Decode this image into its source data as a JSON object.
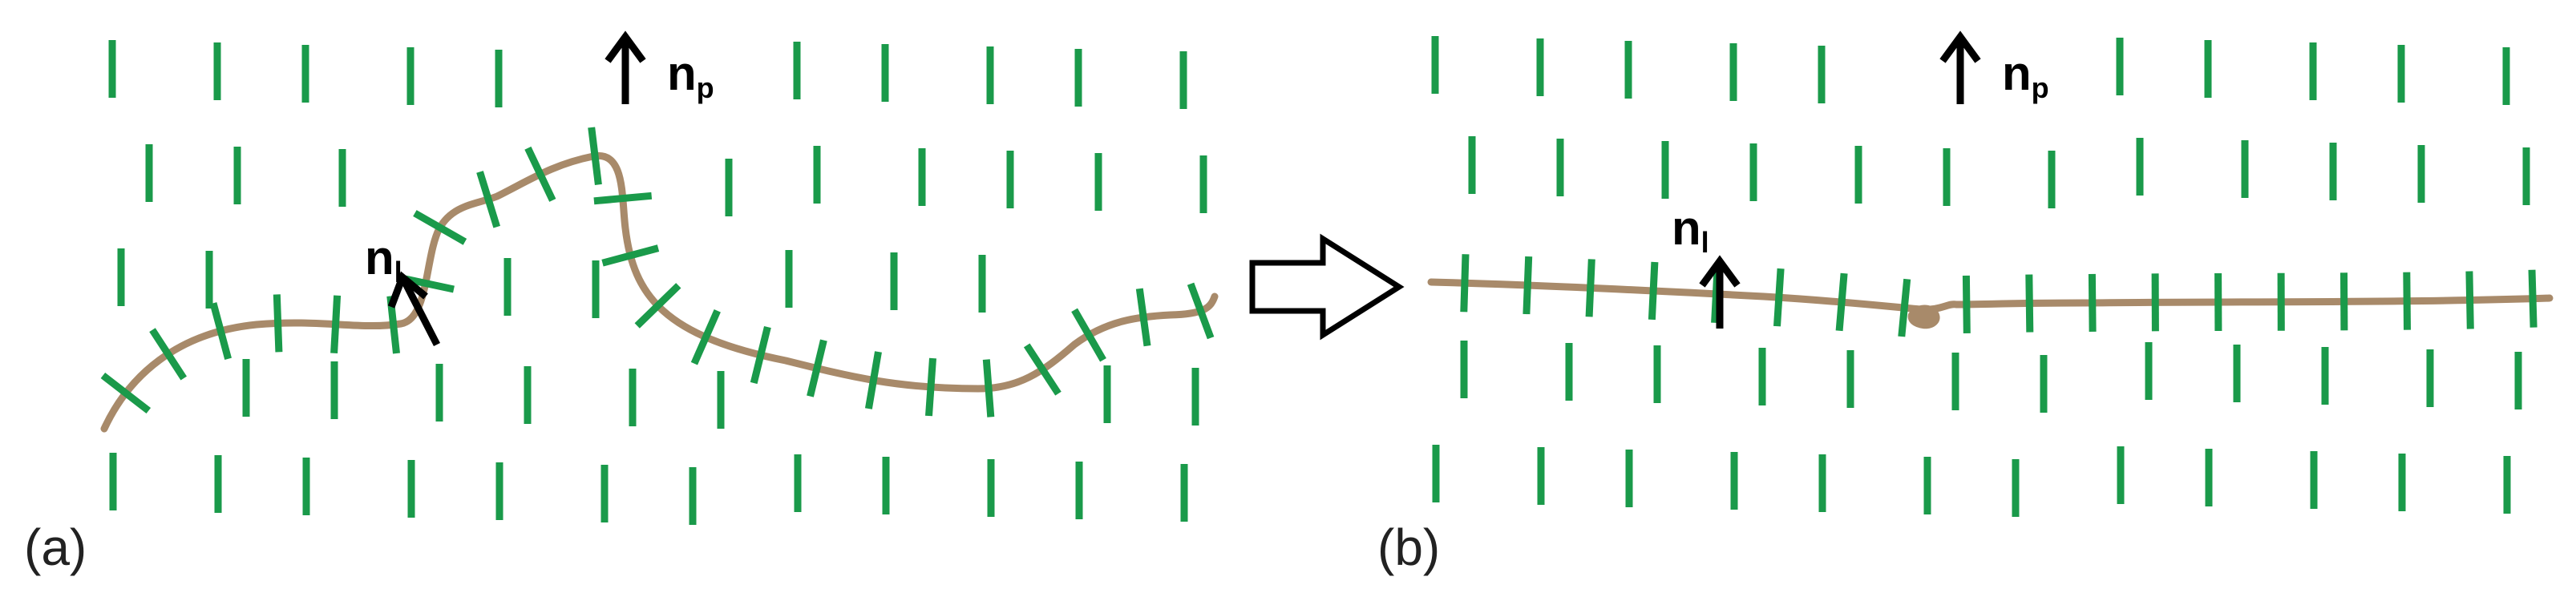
{
  "colors": {
    "director": "#1a9a4a",
    "fiber": "#a88a6a",
    "arrow": "#000000",
    "background": "#ffffff"
  },
  "panels": [
    {
      "id": "a",
      "label": "(a)",
      "np": {
        "main": "n",
        "sub": "p"
      },
      "nl": {
        "main": "n",
        "sub": "l"
      }
    },
    {
      "id": "b",
      "label": "(b)",
      "np": {
        "main": "n",
        "sub": "p"
      },
      "nl": {
        "main": "n",
        "sub": "l"
      }
    }
  ],
  "transition_icon": "hollow-right-arrow-icon"
}
